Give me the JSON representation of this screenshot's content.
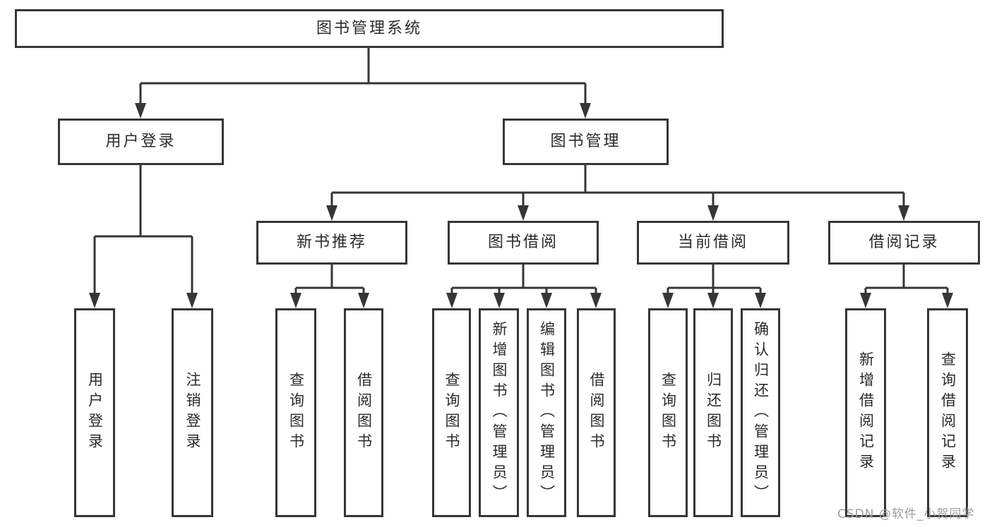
{
  "diagram": {
    "tree": {
      "root": {
        "label": "图书管理系统",
        "children": [
          {
            "label": "用户登录",
            "children": [
              {
                "label": "用户登录"
              },
              {
                "label": "注销登录"
              }
            ]
          },
          {
            "label": "图书管理",
            "children": [
              {
                "label": "新书推荐",
                "children": [
                  {
                    "label": "查询图书"
                  },
                  {
                    "label": "借阅图书"
                  }
                ]
              },
              {
                "label": "图书借阅",
                "children": [
                  {
                    "label": "查询图书"
                  },
                  {
                    "label": "新增图书（管理员）"
                  },
                  {
                    "label": "编辑图书（管理员）"
                  },
                  {
                    "label": "借阅图书"
                  }
                ]
              },
              {
                "label": "当前借阅",
                "children": [
                  {
                    "label": "查询图书"
                  },
                  {
                    "label": "归还图书"
                  },
                  {
                    "label": "确认归还（管理员）"
                  }
                ]
              },
              {
                "label": "借阅记录",
                "children": [
                  {
                    "label": "新增借阅记录"
                  },
                  {
                    "label": "查询借阅记录"
                  }
                ]
              }
            ]
          }
        ]
      }
    },
    "colors": {
      "line": "#363636",
      "box_border": "#363636",
      "box_fill": "#ffffff",
      "text": "#2b2b2b",
      "watermark": "#9e9e9e"
    }
  },
  "watermark": {
    "text": "CSDN @软件_小贺同学"
  }
}
